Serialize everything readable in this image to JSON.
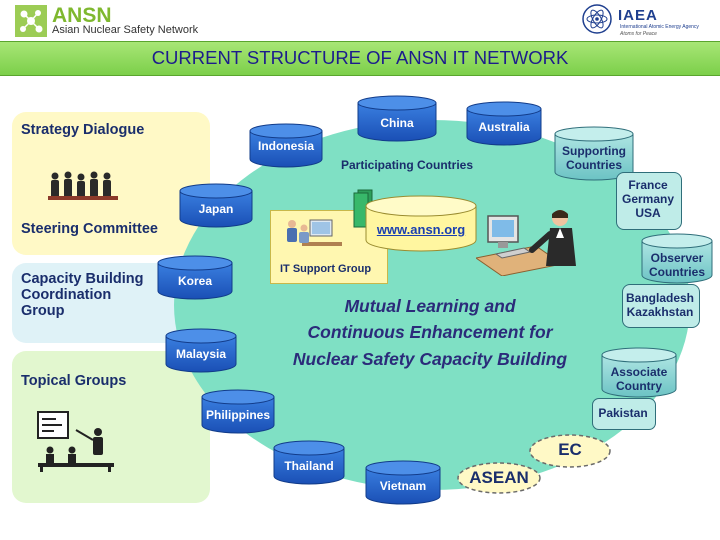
{
  "header": {
    "ansn_logo_text": "ANSN",
    "ansn_subtitle": "Asian Nuclear Safety Network",
    "iaea_logo_text": "IAEA",
    "iaea_subtitle": "International Atomic Energy Agency",
    "iaea_motto": "Atoms for Peace"
  },
  "title": "CURRENT STRUCTURE OF ANSN IT NETWORK",
  "left_panels": {
    "strategy": "Strategy Dialogue",
    "steering": "Steering Committee",
    "capacity": [
      "Capacity Building",
      "Coordination",
      "Group"
    ],
    "topical": "Topical Groups"
  },
  "participating_label": "Participating Countries",
  "countries": [
    "China",
    "Australia",
    "Indonesia",
    "Japan",
    "Korea",
    "Malaysia",
    "Philippines",
    "Thailand",
    "Vietnam"
  ],
  "supporting": {
    "label": [
      "Supporting",
      "Countries"
    ],
    "members": [
      "France",
      "Germany",
      "USA"
    ]
  },
  "observer": {
    "label": [
      "Observer",
      "Countries"
    ],
    "members": [
      "Bangladesh",
      "Kazakhstan"
    ]
  },
  "associate": {
    "label": [
      "Associate",
      "Country"
    ],
    "members": [
      "Pakistan"
    ]
  },
  "organizations": [
    "EC",
    "ASEAN"
  ],
  "server_url": "www.ansn.org",
  "it_support": "IT Support Group",
  "center_message": [
    "Mutual Learning and",
    "Continuous Enhancement  for",
    "Nuclear Safety Capacity Building"
  ],
  "colors": {
    "title_bar": "#8fd95f",
    "title_text": "#1c1c8c",
    "blue_db": "#1f5fc8",
    "teal_db": "#7fcfd0",
    "network_ellipse": "#7fe0c4",
    "yellow_panel": "#fff9c6",
    "cyan_panel": "#dff2f7",
    "green_panel": "#e2f7cf"
  }
}
